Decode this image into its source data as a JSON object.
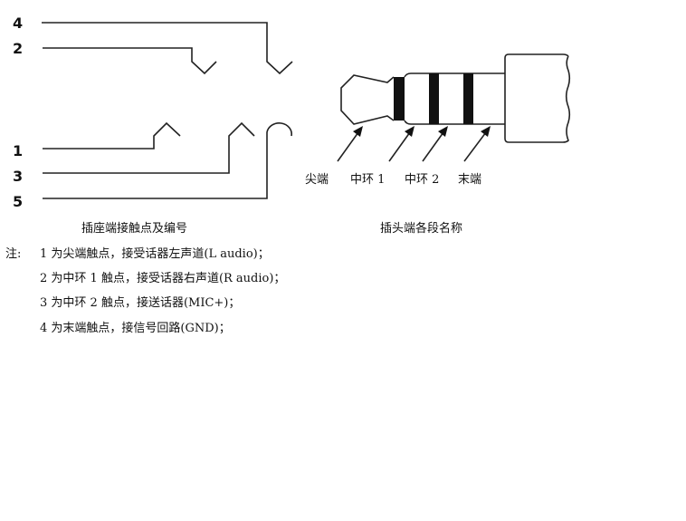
{
  "jack": {
    "pins": [
      "4",
      "2",
      "1",
      "3",
      "5"
    ],
    "caption": "插座端接触点及编号"
  },
  "plug": {
    "labels": [
      "尖端",
      "中环 1",
      "中环 2",
      "末端"
    ],
    "caption": "插头端各段名称"
  },
  "notes": {
    "prefix": "注:",
    "lines": [
      "1 为尖端触点，接受话器左声道(L audio)；",
      "2 为中环 1 触点，接受话器右声道(R audio)；",
      "3 为中环 2 触点，接送话器(MIC+)；",
      "4 为末端触点，接信号回路(GND)；"
    ]
  }
}
